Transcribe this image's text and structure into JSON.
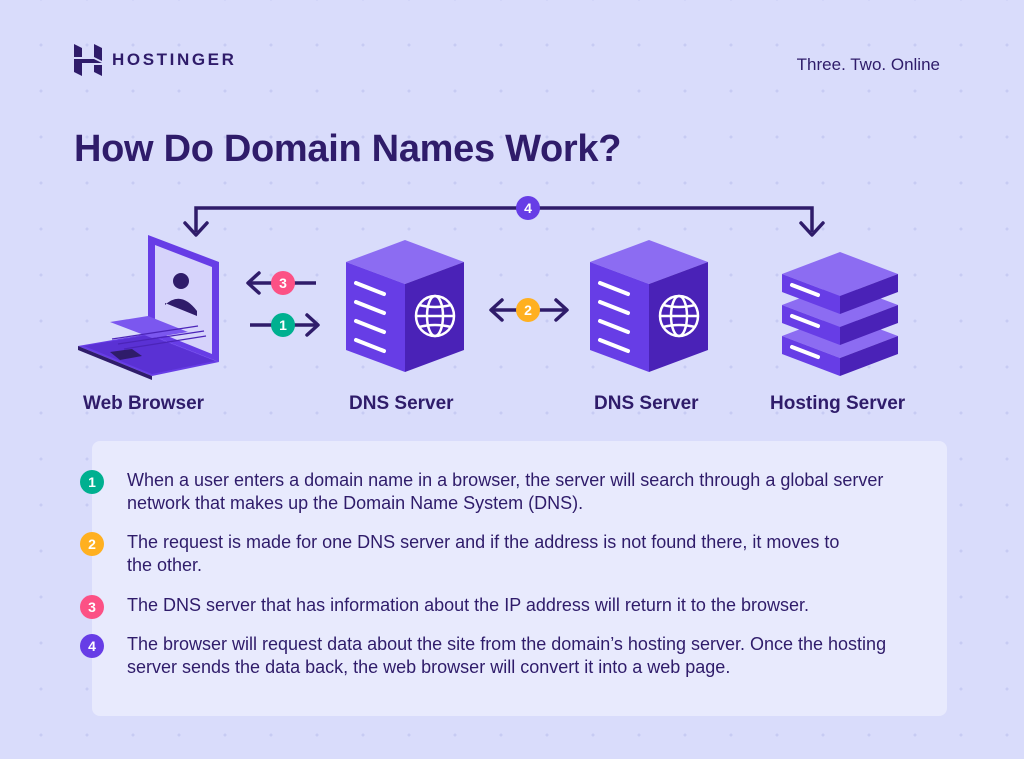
{
  "brand": {
    "name": "HOSTINGER",
    "tagline": "Three. Two. Online"
  },
  "title": "How Do Domain Names Work?",
  "colors": {
    "purple": "#673de6",
    "green": "#00b090",
    "orange": "#ffb020",
    "red": "#fc5185",
    "dark": "#2f1c6a",
    "background": "#d9dcfb"
  },
  "nodes": [
    {
      "label": "Web Browser",
      "icon": "laptop-icon"
    },
    {
      "label": "DNS Server",
      "icon": "dns-server-icon"
    },
    {
      "label": "DNS Server",
      "icon": "dns-server-icon"
    },
    {
      "label": "Hosting Server",
      "icon": "hosting-server-stack-icon"
    }
  ],
  "arrows": [
    {
      "number": "1",
      "from": "Web Browser",
      "to": "DNS Server"
    },
    {
      "number": "2",
      "from": "DNS Server",
      "to": "DNS Server",
      "bidirectional": true
    },
    {
      "number": "3",
      "from": "DNS Server",
      "to": "Web Browser"
    },
    {
      "number": "4",
      "from": "Hosting Server",
      "to": "Web Browser",
      "bidirectional": true
    }
  ],
  "steps": [
    {
      "number": "1",
      "color": "#00b090",
      "text": "When a user enters a domain name in a browser, the server will search through a global server network that makes up the Domain Name System (DNS)."
    },
    {
      "number": "2",
      "color": "#ffb020",
      "text": "The request is made for one DNS server and if the address is not found there, it moves to the other."
    },
    {
      "number": "3",
      "color": "#fc5185",
      "text": "The DNS server that has information about the IP address will return it to the browser."
    },
    {
      "number": "4",
      "color": "#673de6",
      "text": "The browser will request data about the site from the domain’s hosting server. Once the hosting server sends the data back, the web browser will convert it into a web page."
    }
  ]
}
